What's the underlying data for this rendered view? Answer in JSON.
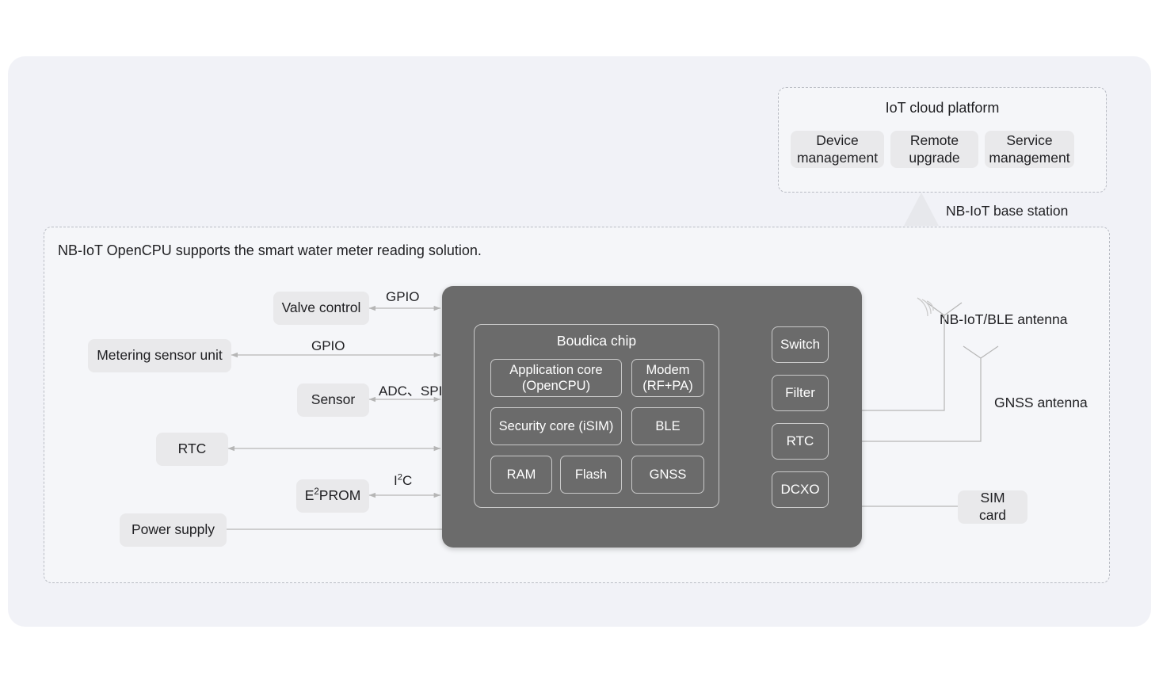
{
  "diagram": {
    "solution_title": "NB-IoT OpenCPU supports the smart water meter reading solution.",
    "cloud": {
      "title": "IoT cloud platform",
      "services": [
        {
          "label": "Device management"
        },
        {
          "label": "Remote upgrade"
        },
        {
          "label": "Service management"
        }
      ]
    },
    "base_station": {
      "label": "NB-IoT base station"
    },
    "module": {
      "chip_title": "Boudica chip",
      "blocks": [
        {
          "label": "Application core (OpenCPU)"
        },
        {
          "label": "Modem (RF+PA)"
        },
        {
          "label": "Security core (iSIM)"
        },
        {
          "label": "BLE"
        },
        {
          "label": "RAM"
        },
        {
          "label": "Flash"
        },
        {
          "label": "GNSS"
        }
      ],
      "side_blocks": [
        {
          "label": "Switch"
        },
        {
          "label": "Filter"
        },
        {
          "label": "RTC"
        },
        {
          "label": "DCXO"
        }
      ]
    },
    "peripherals": [
      {
        "label": "Valve control"
      },
      {
        "label": "Metering sensor unit"
      },
      {
        "label": "Sensor"
      },
      {
        "label": "RTC"
      },
      {
        "label": "E2PROM"
      },
      {
        "label": "Power supply"
      }
    ],
    "bus_labels": [
      {
        "label": "GPIO"
      },
      {
        "label": "GPIO"
      },
      {
        "label": "ADC、SPI"
      },
      {
        "label": "I2C"
      }
    ],
    "antennas": [
      {
        "label": "NB-IoT/BLE antenna"
      },
      {
        "label": "GNSS antenna"
      }
    ],
    "sim": {
      "label": "SIM card"
    },
    "colors": {
      "page_background": "#ffffff",
      "panel_background": "#f1f2f7",
      "dashed_border": "#b9bcc4",
      "dashed_fill": "#f5f6f9",
      "chip_fill": "#e9e9eb",
      "module_fill": "#6b6b6b",
      "module_border": "#c9c9c9",
      "text": "#1f1f22",
      "connector": "#b6b6b6"
    }
  }
}
